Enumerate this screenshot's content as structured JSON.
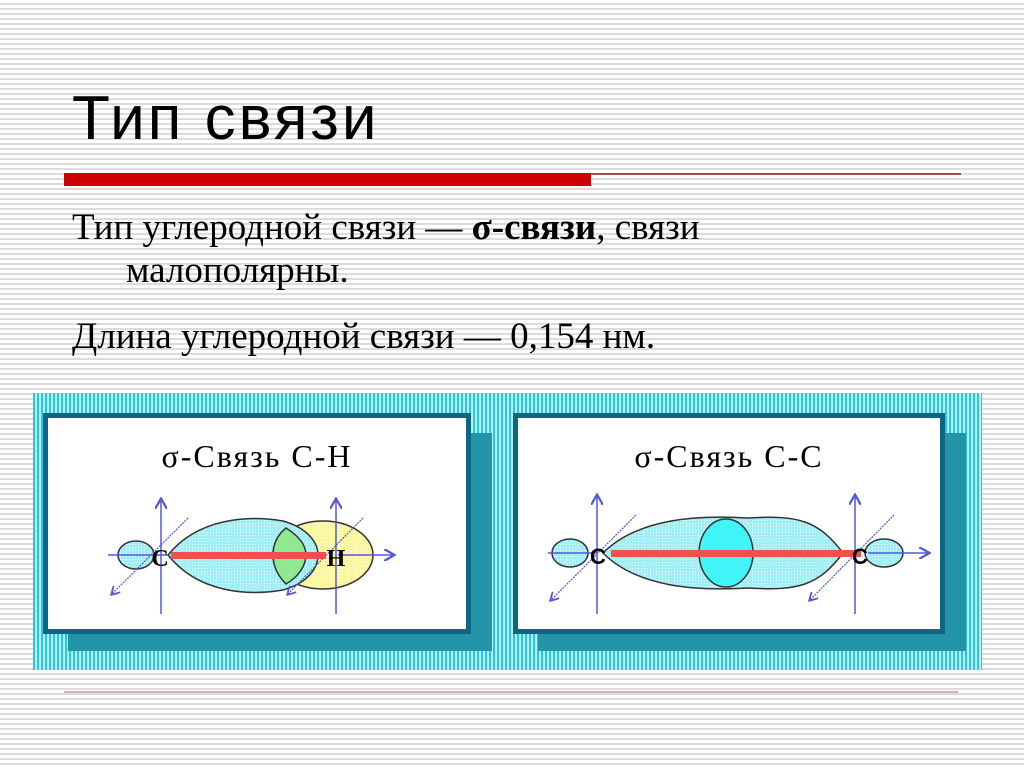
{
  "slide": {
    "title": "Тип связи",
    "accent_color": "#cc0000",
    "paragraphs": [
      {
        "text_before": "Тип углеродной связи — ",
        "bold": "σ-связи",
        "text_after": ", связи",
        "continuation": "малополярны."
      },
      {
        "text": "Длина углеродной связи — 0,154 нм."
      }
    ],
    "diagrams": [
      {
        "title": "σ-Связь С-Н",
        "atoms": [
          "C",
          "H"
        ],
        "colors": {
          "c_orbital": "#9ff0f8",
          "h_orbital": "#fbf79a",
          "overlap": "#90e890",
          "bond": "#f05050",
          "axes": "#5555dd"
        }
      },
      {
        "title": "σ-Связь С-С",
        "atoms": [
          "C",
          "C"
        ],
        "colors": {
          "c_orbital": "#9ff0f8",
          "overlap": "#40f4f8",
          "bond": "#f05050",
          "axes": "#5555dd"
        }
      }
    ]
  }
}
